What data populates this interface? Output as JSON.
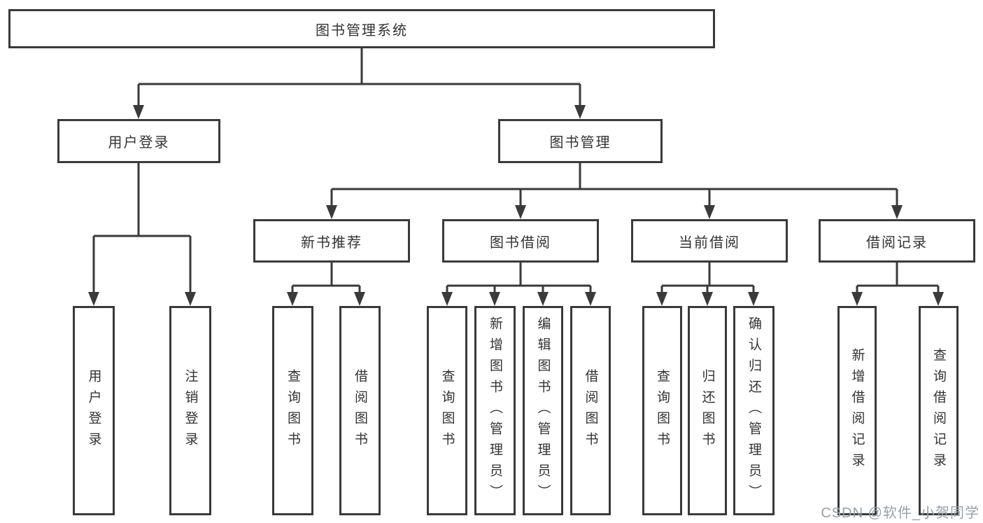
{
  "title": "图书管理系统",
  "watermark": "CSDN @软件_小贺同学",
  "colors": {
    "line": "#3a3a3a",
    "text": "#333333",
    "background": "#ffffff",
    "watermark": "#9b9fa6"
  },
  "branches": [
    {
      "label": "用户登录",
      "leaves": [
        "用户登录",
        "注销登录"
      ]
    },
    {
      "label": "图书管理",
      "groups": [
        {
          "label": "新书推荐",
          "leaves": [
            "查询图书",
            "借阅图书"
          ]
        },
        {
          "label": "图书借阅",
          "leaves": [
            "查询图书",
            "新增图书（管理员）",
            "编辑图书（管理员）",
            "借阅图书"
          ]
        },
        {
          "label": "当前借阅",
          "leaves": [
            "查询图书",
            "归还图书",
            "确认归还（管理员）"
          ]
        },
        {
          "label": "借阅记录",
          "leaves": [
            "新增借阅记录",
            "查询借阅记录"
          ]
        }
      ]
    }
  ]
}
